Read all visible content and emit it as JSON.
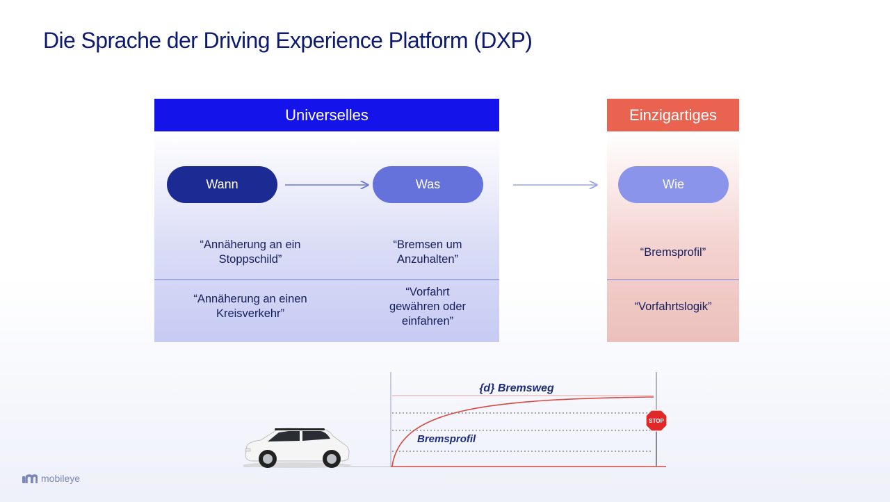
{
  "slide": {
    "title": "Die Sprache der Driving Experience Platform (DXP)"
  },
  "columns": {
    "universelles": {
      "label": "Universelles",
      "color": "#1414ea"
    },
    "einzigartiges": {
      "label": "Einzigartiges",
      "color": "#ea6350"
    }
  },
  "pills": {
    "wann": "Wann",
    "was": "Was",
    "wie": "Wie"
  },
  "rows": [
    {
      "wann": "“Annäherung an ein Stoppschild”",
      "was": "“Bremsen um Anzuhalten”",
      "wie": "“Bremsprofil”"
    },
    {
      "wann": "“Annäherung an einen Kreisverkehr”",
      "was": "“Vorfahrt gewähren oder einfahren”",
      "wie": "“Vorfahrtslogik”"
    }
  ],
  "illustration": {
    "distance_label": "{d} Bremsweg",
    "profile_label": "Bremsprofil",
    "stop_sign": "STOP",
    "icons": [
      "car-icon",
      "stop-sign-icon"
    ]
  },
  "branding": {
    "logo_text": "mobileye",
    "logo_icon": "mobileye-logo-icon"
  }
}
